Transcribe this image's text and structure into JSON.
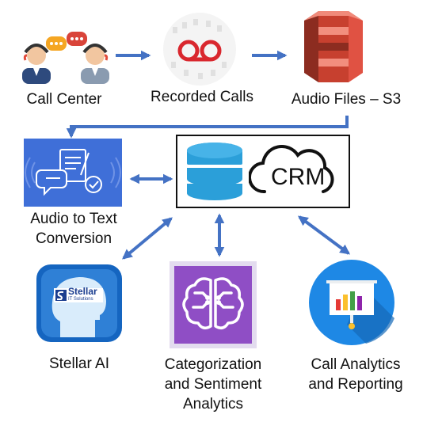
{
  "nodes": {
    "call_center": "Call Center",
    "recorded_calls": "Recorded Calls",
    "audio_files": "Audio Files – S3",
    "audio_to_text_line1": "Audio to Text",
    "audio_to_text_line2": "Conversion",
    "crm_text": "CRM",
    "stellar_ai": "Stellar AI",
    "stellar_logo_title": "Stellar",
    "stellar_logo_sub": "IT Solutions",
    "categorization_line1": "Categorization",
    "categorization_line2": "and Sentiment",
    "categorization_line3": "Analytics",
    "call_analytics_line1": "Call Analytics",
    "call_analytics_line2": "and Reporting"
  },
  "colors": {
    "arrow": "#4472c4",
    "s3_red": "#e05243",
    "db_blue": "#2b9fd9",
    "purple": "#8f4ec5",
    "stellar_blue": "#1565c0",
    "presentation_circle": "#1e88e5"
  }
}
